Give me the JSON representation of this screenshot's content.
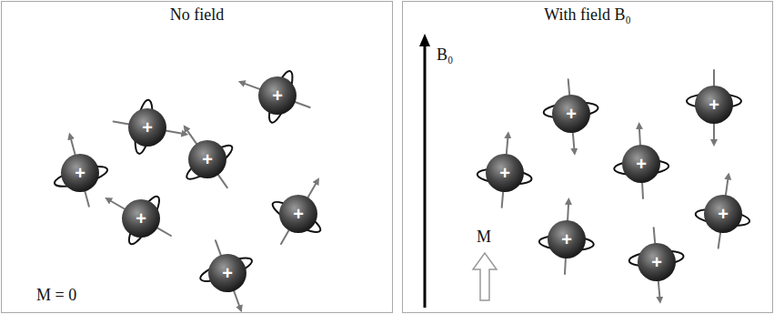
{
  "diagram": {
    "nodes": [
      {
        "text": [
          "No field",
          "M = 0"
        ]
      },
      {
        "text": [
          "+"
        ],
        "in": 0
      },
      {
        "text": [
          "+"
        ],
        "in": 0
      },
      {
        "text": [
          "+"
        ],
        "in": 0
      },
      {
        "text": [
          "+"
        ],
        "in": 0
      },
      {
        "text": [
          "+"
        ],
        "in": 0
      },
      {
        "text": [
          "+"
        ],
        "in": 0
      },
      {
        "text": [
          "+"
        ],
        "in": 0
      },
      {
        "text": [
          "With field B₀"
        ]
      },
      {
        "text": [
          "+"
        ],
        "in": 8
      },
      {
        "text": [
          "+"
        ],
        "in": 8
      },
      {
        "text": [
          "+"
        ],
        "in": 8
      },
      {
        "text": [
          "+"
        ],
        "in": 8
      },
      {
        "text": [
          "+"
        ],
        "in": 8
      },
      {
        "text": [
          "+"
        ],
        "in": 8
      },
      {
        "text": [
          "+"
        ],
        "in": 8
      }
    ],
    "labels": [
      "B₀",
      "M"
    ]
  }
}
